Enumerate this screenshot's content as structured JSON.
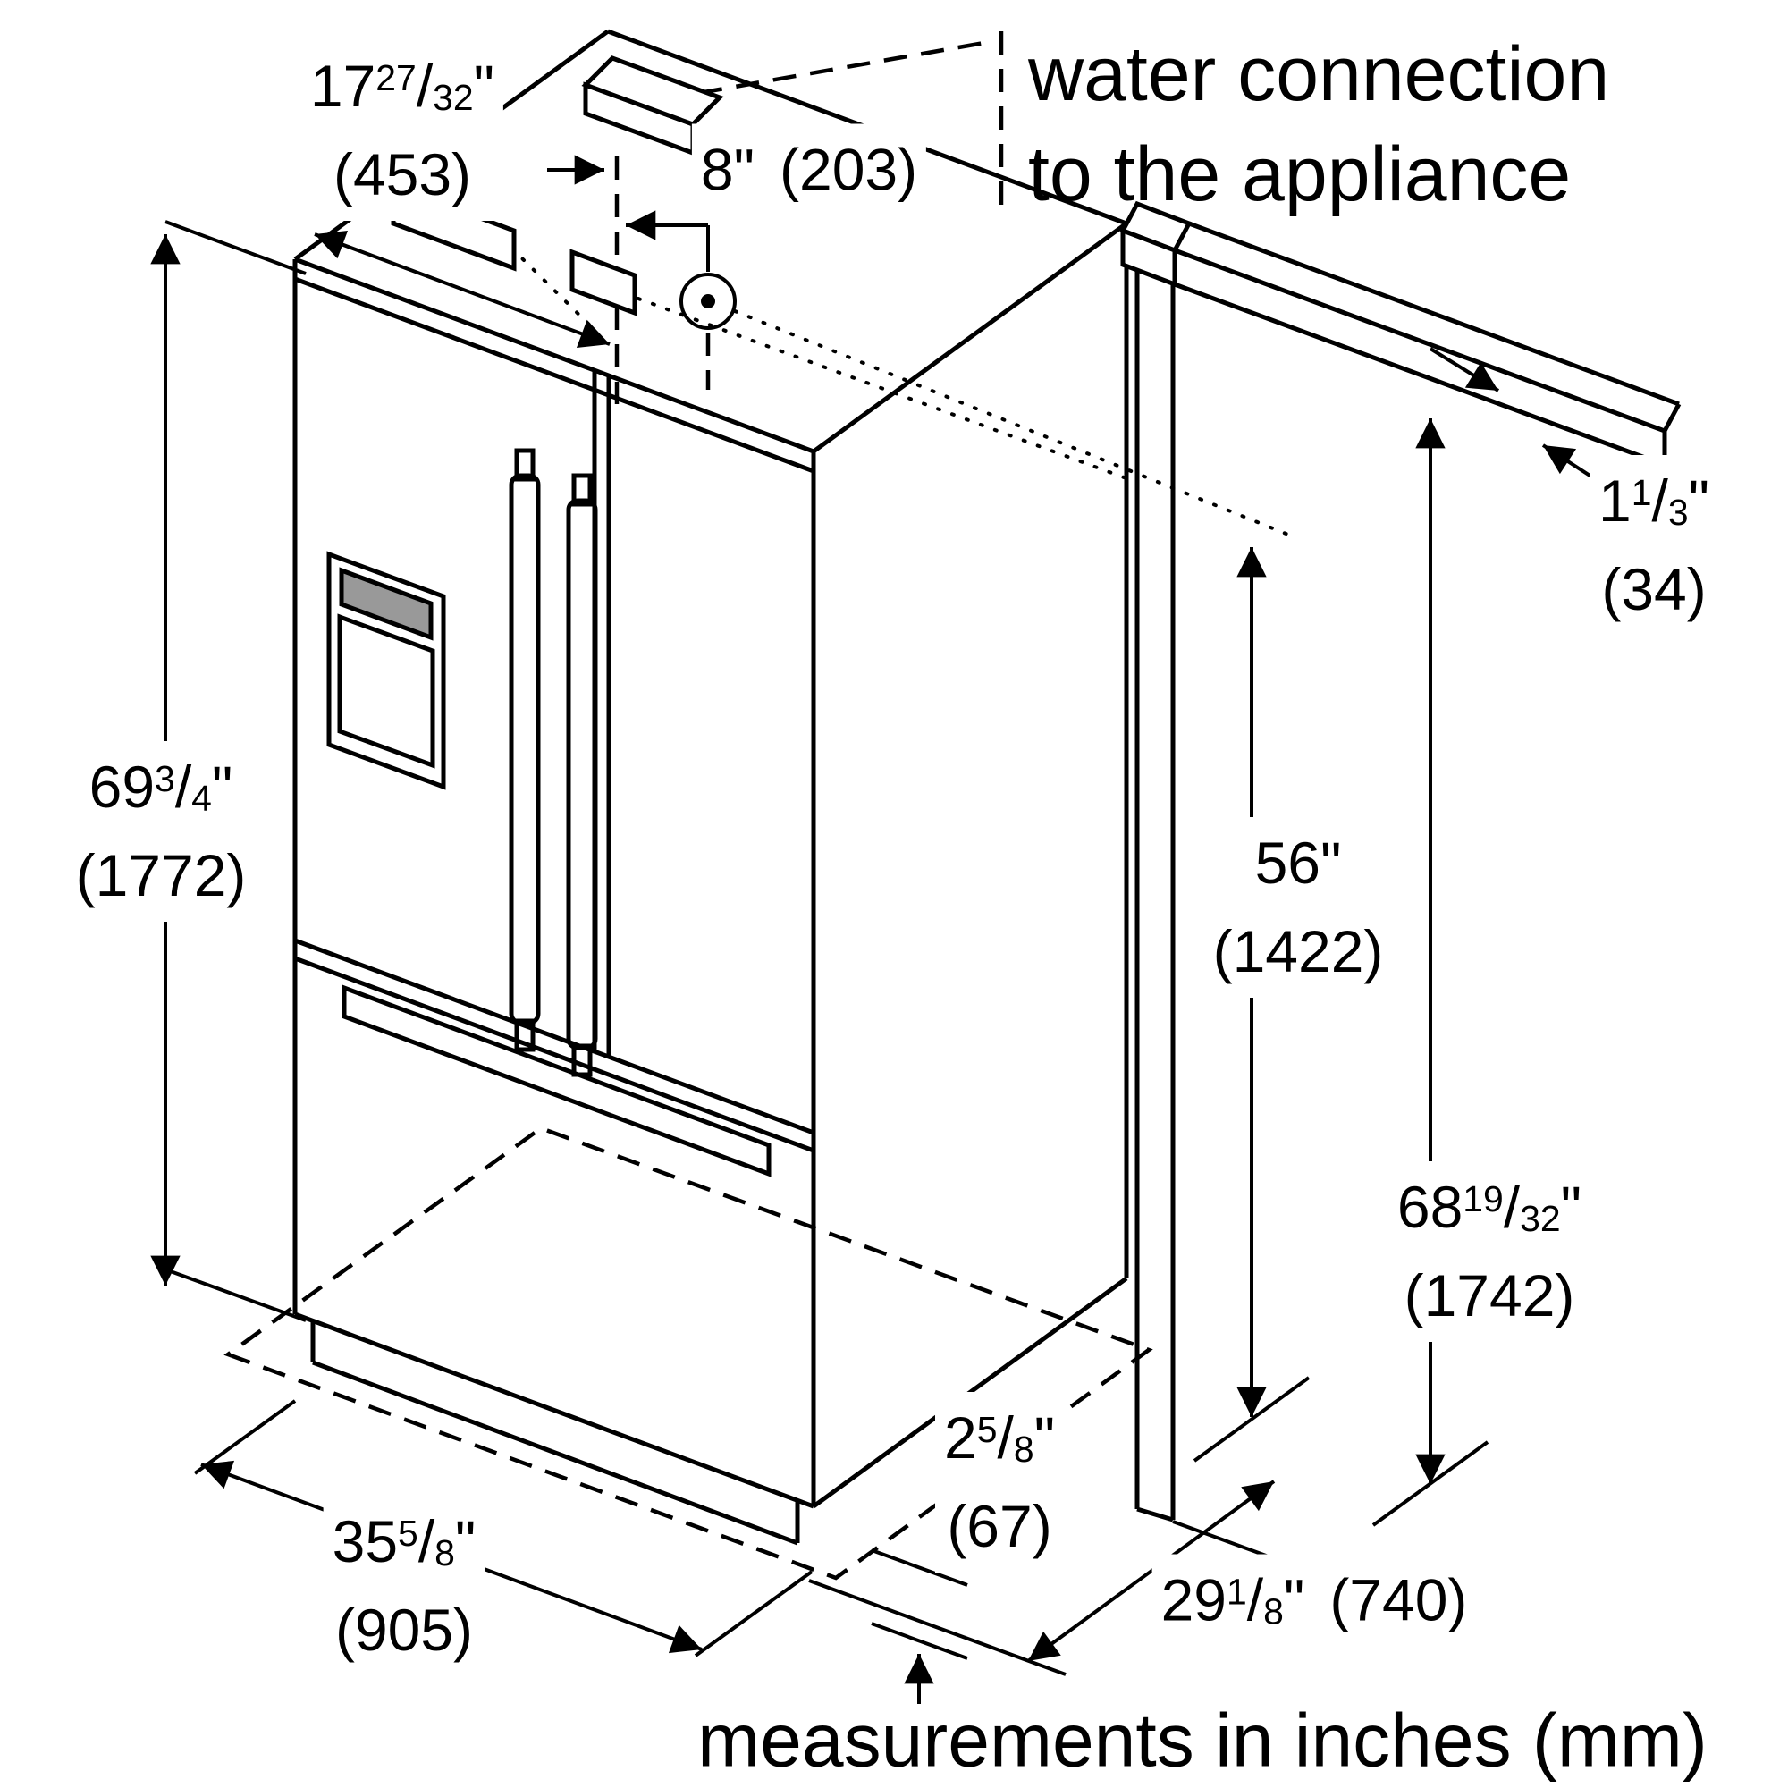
{
  "notes": {
    "water_connection_line1": "water connection",
    "water_connection_line2": "to the appliance",
    "footer": "measurements in inches (mm)"
  },
  "dims": {
    "top_width": {
      "whole": "17",
      "num": "27",
      "slash": "/",
      "den": "32",
      "unit": "\"",
      "metric": "(453)"
    },
    "water_offset": {
      "whole": "8",
      "unit": "\"",
      "metric": "(203)"
    },
    "total_height": {
      "whole": "69",
      "num": "3",
      "slash": "/",
      "den": "4",
      "unit": "\"",
      "metric": "(1772)"
    },
    "side_gap": {
      "whole": "1",
      "num": "1",
      "slash": "/",
      "den": "3",
      "unit": "\"",
      "metric": "(34)"
    },
    "water_height": {
      "whole": "56",
      "unit": "\"",
      "metric": "(1422)"
    },
    "hinge_height": {
      "whole": "68",
      "num": "19",
      "slash": "/",
      "den": "32",
      "unit": "\"",
      "metric": "(1742)"
    },
    "base_offset": {
      "whole": "2",
      "num": "5",
      "slash": "/",
      "den": "8",
      "unit": "\"",
      "metric": "(67)"
    },
    "width": {
      "whole": "35",
      "num": "5",
      "slash": "/",
      "den": "8",
      "unit": "\"",
      "metric": "(905)"
    },
    "depth": {
      "whole": "29",
      "num": "1",
      "slash": "/",
      "den": "8",
      "unit": "\"",
      "metric": "(740)"
    }
  },
  "colors": {
    "ink": "#000000",
    "background": "#ffffff",
    "display_fill": "#999999"
  }
}
